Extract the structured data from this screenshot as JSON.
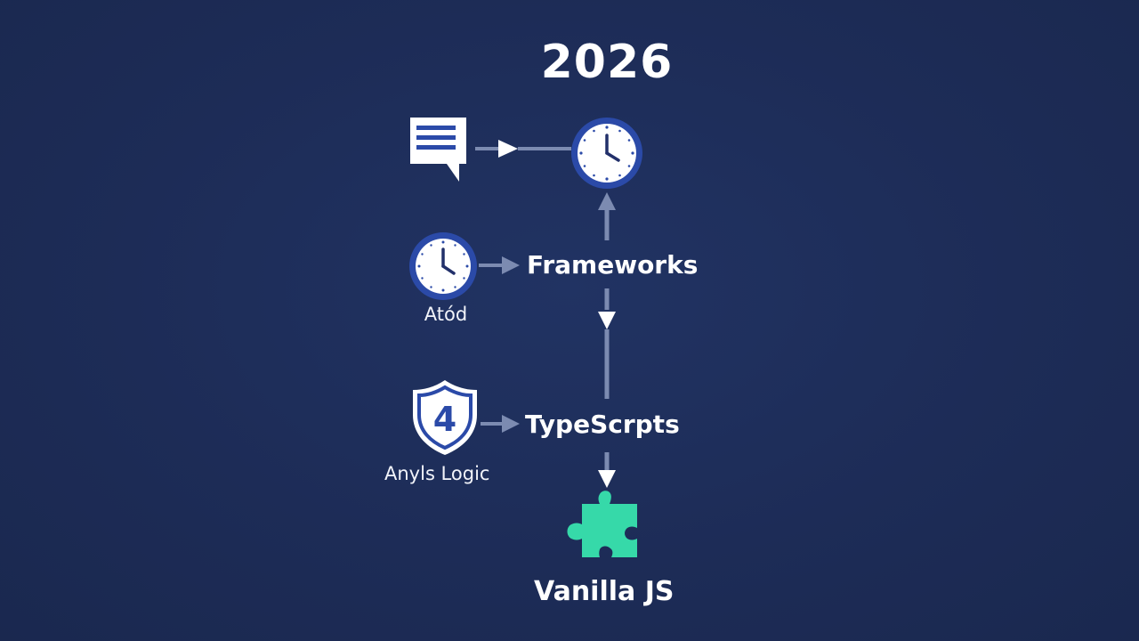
{
  "year": "2026",
  "nodes": {
    "frameworks": "Frameworks",
    "typescripts": "TypeScrpts",
    "vanilla": "Vanilla JS"
  },
  "side_labels": {
    "clock": "Atód",
    "shield": "Anyls Logic"
  },
  "shield_number": "4",
  "icons": {
    "document": "document-icon",
    "clock_main": "clock-icon",
    "clock_side": "clock-icon",
    "shield": "shield-icon",
    "puzzle": "puzzle-icon"
  },
  "colors": {
    "background": "#1d2c57",
    "icon_ring": "#2b4aa8",
    "connector": "#7c8bb1",
    "puzzle": "#36d9a9",
    "text": "#ffffff"
  }
}
